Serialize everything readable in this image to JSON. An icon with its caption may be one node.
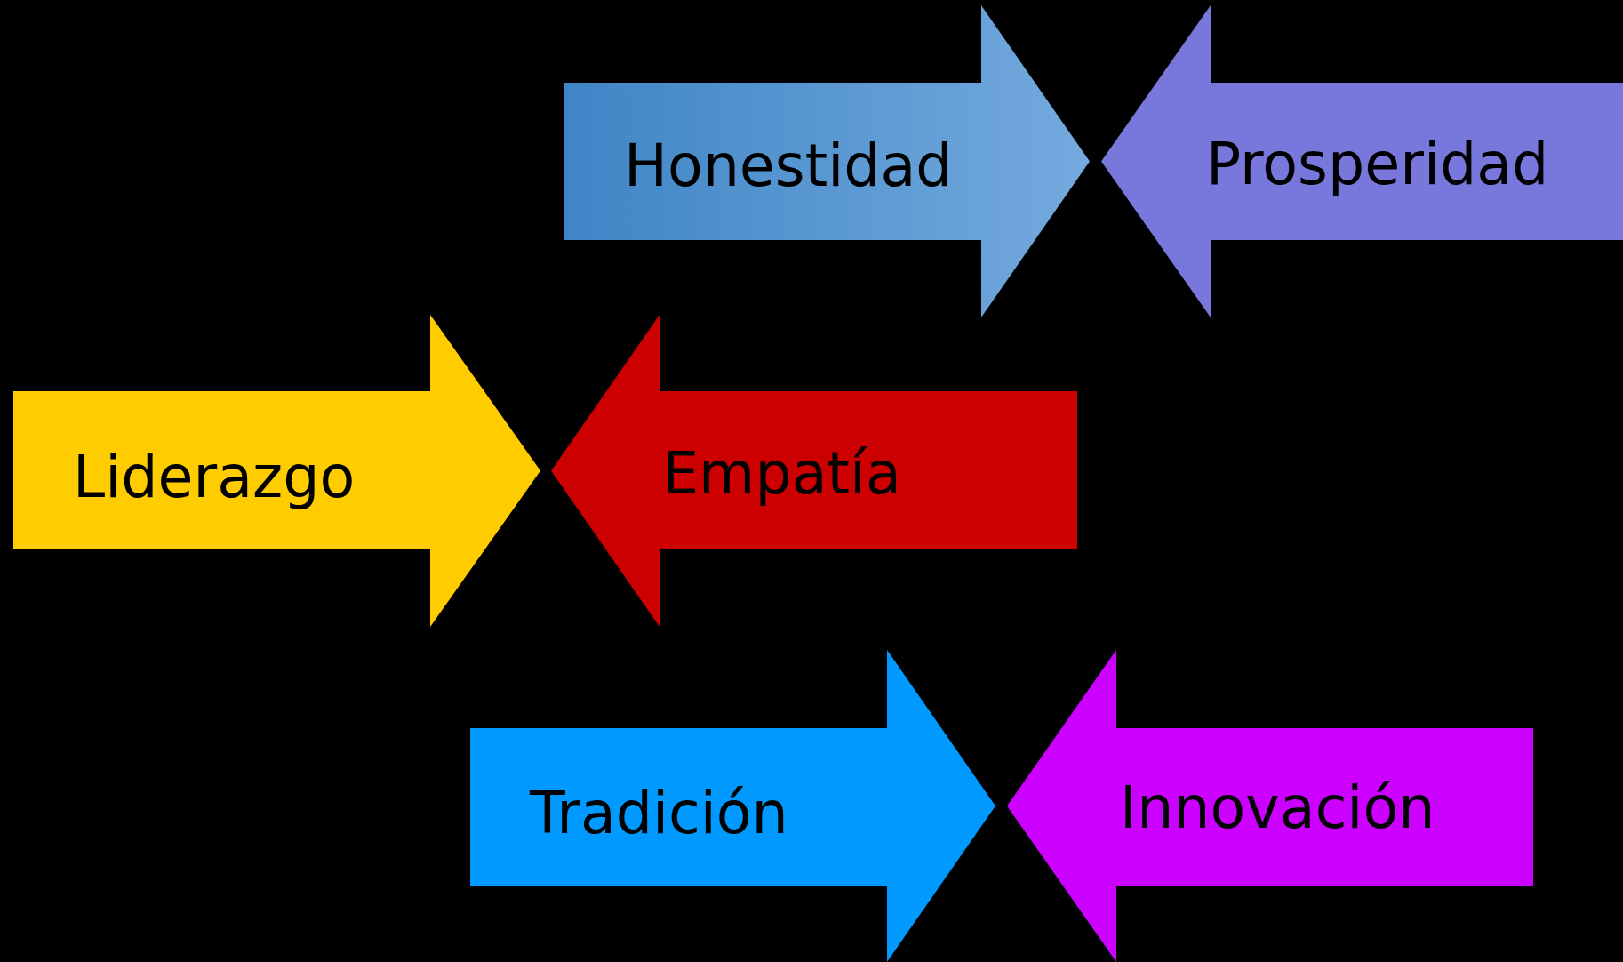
{
  "diagram": {
    "nodes": [
      {
        "text": [
          "Honestidad"
        ]
      },
      {
        "text": [
          "Prosperidad"
        ]
      },
      {
        "text": [
          "Liderazgo"
        ]
      },
      {
        "text": [
          "Empatía"
        ]
      },
      {
        "text": [
          "Tradición"
        ]
      },
      {
        "text": [
          "Innovación"
        ]
      }
    ]
  }
}
